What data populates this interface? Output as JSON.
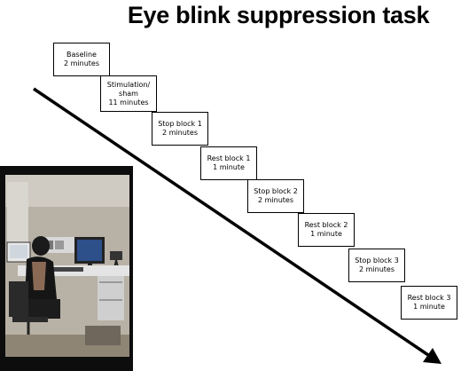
{
  "title": "Eye blink suppression task",
  "blocks": [
    {
      "line1": "Baseline",
      "line2": "2 minutes"
    },
    {
      "line1": "Stimulation/",
      "line2": "sham",
      "line3": "11 minutes"
    },
    {
      "line1": "Stop block 1",
      "line2": "2 minutes"
    },
    {
      "line1": "Rest block 1",
      "line2": "1 minute"
    },
    {
      "line1": "Stop block 2",
      "line2": "2 minutes"
    },
    {
      "line1": "Rest block 2",
      "line2": "1 minute"
    },
    {
      "line1": "Stop block 3",
      "line2": "2 minutes"
    },
    {
      "line1": "Rest block 3",
      "line2": "1 minute"
    }
  ]
}
